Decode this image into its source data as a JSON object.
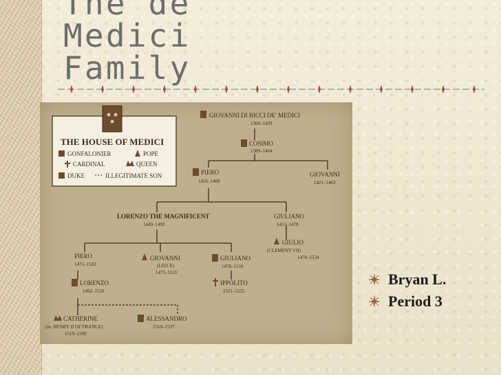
{
  "slide": {
    "title_lines": [
      "The de",
      "Medici",
      "Family"
    ],
    "bullets": [
      "Bryan L.",
      "Period 3"
    ]
  },
  "figure": {
    "legend": {
      "title": "THE HOUSE OF MEDICI",
      "items": [
        "GONFALONIER",
        "POPE",
        "CARDINAL",
        "QUEEN",
        "DUKE",
        "ILLEGITIMATE SON"
      ]
    },
    "people": [
      {
        "name": "GIOVANNI DI BICCI DE' MEDICI",
        "years": "1360–1429"
      },
      {
        "name": "COSIMO",
        "years": "1389–1464"
      },
      {
        "name": "PIERO",
        "years": "1416–1469"
      },
      {
        "name": "GIOVANNI",
        "years": "1421–1463"
      },
      {
        "name": "LORENZO THE MAGNIFICENT",
        "years": "1449–1492"
      },
      {
        "name": "GIULIANO",
        "years": "1453–1478"
      },
      {
        "name": "GIULIO",
        "years": "1478–1534",
        "note": "(CLEMENT VII)"
      },
      {
        "name": "PIERO",
        "years": "1471–1503"
      },
      {
        "name": "GIOVANNI",
        "years": "1475–1521",
        "note": "(LEO X)"
      },
      {
        "name": "GIULIANO",
        "years": "1478–1516"
      },
      {
        "name": "LORENZO",
        "years": "1492–1519"
      },
      {
        "name": "IPPOLITO",
        "years": "1511–1535"
      },
      {
        "name": "CATHERINE",
        "years": "1519–1589",
        "note": "(m. HENRY II OF FRANCE)"
      },
      {
        "name": "ALESSANDRO",
        "years": "1510–1537"
      }
    ]
  },
  "colors": {
    "title": "#6d6d6d",
    "bullet_text": "#1a1a1a",
    "figure_bg": "#bfb08d"
  }
}
